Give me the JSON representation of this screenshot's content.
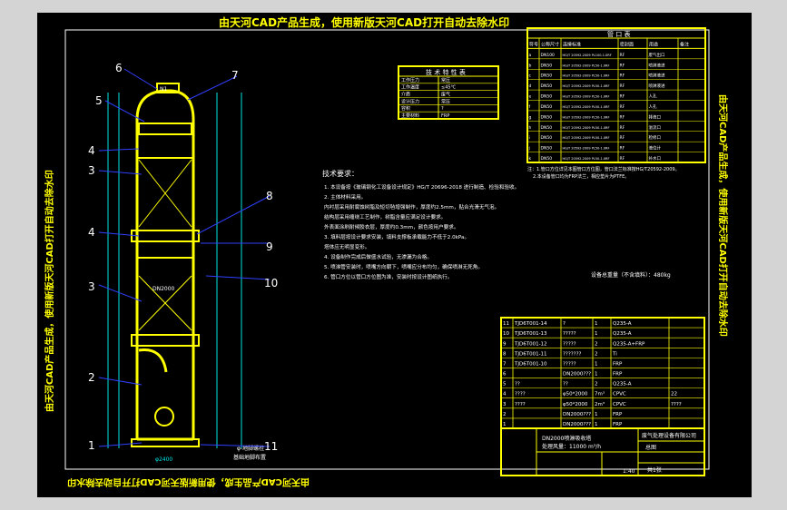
{
  "watermark": {
    "top": "由天河CAD产品生成，使用新版天河CAD打开自动去除水印",
    "bottom": "由天河CAD产品生成，使用新版天河CAD打开自动去除水印",
    "left": "由天河CAD产品生成，使用新版天河CAD打开自动去除水印",
    "right": "由天河CAD产品生成，使用新版天河CAD打开自动去除水印"
  },
  "colors": {
    "paper": "#d4d4d4",
    "canvas": "#000000",
    "outline": "#ffff00",
    "text": "#ffffff",
    "dim": "#00e5e5",
    "leader": "#3040ff"
  },
  "callouts": [
    "1",
    "2",
    "3",
    "3",
    "4",
    "4",
    "5",
    "6",
    "7",
    "8",
    "9",
    "10",
    "11"
  ],
  "tower_labels": {
    "n1": "N1",
    "dn": "DN2000",
    "base": "φ2400"
  },
  "tech_table": {
    "title": "技 术 特 性 表",
    "rows": [
      [
        "工作压力",
        "常压"
      ],
      [
        "工作温度",
        "≤45℃"
      ],
      [
        "介质",
        "废气"
      ],
      [
        "设计压力",
        "常压"
      ],
      [
        "容积",
        "?"
      ],
      [
        "主要材料",
        "FRP"
      ]
    ]
  },
  "nozzle_table": {
    "title": "管 口 表",
    "headers": [
      "符号",
      "公称尺寸",
      "连接标准",
      "密封面",
      "用途",
      "备注"
    ],
    "rows": [
      [
        "a",
        "DN100",
        "HG/T 20592-2009 PL100-1.0RF",
        "RF",
        "废气出口",
        ""
      ],
      [
        "b",
        "DN50",
        "HG/T 20592-2009 PL50-1.0RF",
        "RF",
        "喷淋液进",
        ""
      ],
      [
        "c",
        "DN50",
        "HG/T 20592-2009 PL50-1.0RF",
        "RF",
        "喷淋液进",
        ""
      ],
      [
        "d",
        "DN50",
        "HG/T 20592-2009 PL50-1.0RF",
        "RF",
        "喷淋液进",
        ""
      ],
      [
        "e",
        "DN50",
        "HG/T 20592-2009 PL50-1.0RF",
        "RF",
        "人孔",
        ""
      ],
      [
        "f",
        "DN50",
        "HG/T 20592-2009 PL50-1.0RF",
        "RF",
        "人孔",
        ""
      ],
      [
        "g",
        "DN50",
        "HG/T 20592-2009 PL50-1.0RF",
        "RF",
        "排液口",
        ""
      ],
      [
        "h",
        "DN50",
        "HG/T 20592-2009 PL50-1.0RF",
        "RF",
        "溢流口",
        ""
      ],
      [
        "i",
        "DN50",
        "HG/T 20592-2009 PL50-1.0RF",
        "RF",
        "检修口",
        ""
      ],
      [
        "j",
        "DN50",
        "HG/T 20592-2009 PL50-1.0RF",
        "RF",
        "液位计",
        ""
      ],
      [
        "k",
        "DN50",
        "HG/T 20592-2009 PL50-1.0RF",
        "RF",
        "补水口",
        ""
      ]
    ],
    "note1": "注：1.管口方位详见本图管口方位图，管口法兰标准按HG/T20592-2009。",
    "note2": "2.本设备管口均为FRP法兰，相应垫片为PTFE。"
  },
  "notes": {
    "heading": "技术要求：",
    "items": [
      "1. 本设备按《玻璃钢化工设备设计规定》HG/T 20696-2018 进行制造、检验和验收。",
      "2. 主体材料采用。",
      "   内衬层采用耐腐蚀树脂及短切毡增强制作，厚度约2.5mm，贴合光滑无气泡。",
      "   结构层采用缠绕工艺制作，树脂含量应满足设计要求。",
      "   外表面涂刷耐候胶衣层，厚度约0.3mm，颜色按用户要求。",
      "3. 填料层按设计要求安装，填料支撑板承载能力不低于2.0kPa。",
      "   塔体应无明显变形。",
      "4. 设备制作完成后做盛水试验，无渗漏为合格。",
      "5. 喷淋管安装时，喷嘴方向朝下，喷嘴应分布均匀，确保喷淋无死角。",
      "6. 管口方位以管口方位图为准，安装时按设计图纸执行。"
    ],
    "weight": "设备总重量（不含填料）：480kg"
  },
  "bom": {
    "rows": [
      [
        "11",
        "TJD6T001-14",
        "?",
        "1",
        "Q235-A",
        ""
      ],
      [
        "10",
        "TJD6T001-13",
        "?????",
        "1",
        "Q235-A",
        ""
      ],
      [
        "9",
        "TJD6T001-12",
        "?????",
        "2",
        "Q235-A+FRP",
        ""
      ],
      [
        "8",
        "TJD6T001-11",
        "???????",
        "2",
        "Ti",
        ""
      ],
      [
        "7",
        "TJD6T001-10",
        "?????",
        "1",
        "FRP",
        ""
      ],
      [
        "6",
        "",
        "DN2000???",
        "1",
        "FRP",
        ""
      ],
      [
        "5",
        "??",
        "??",
        "2",
        "Q235-A",
        ""
      ],
      [
        "4",
        "????",
        "φ50*2000",
        "7m³",
        "CPVC",
        "22"
      ],
      [
        "3",
        "????",
        "φ50*2000",
        "2m³",
        "CPVC",
        "????"
      ],
      [
        "2",
        "",
        "DN2000???",
        "1",
        "FRP",
        ""
      ],
      [
        "1",
        "",
        "DN2000???",
        "1",
        "FRP",
        ""
      ]
    ]
  },
  "title_block": {
    "drawing": "DN2000喷淋吸收塔",
    "spec": "处理风量：11000 m³/h",
    "company": "废气处理设备有限公司",
    "sheet": "总图",
    "scale": "1:40",
    "number": "共1张"
  },
  "base_label": "φ-地脚螺栓",
  "base_label2": "基础地脚布置"
}
